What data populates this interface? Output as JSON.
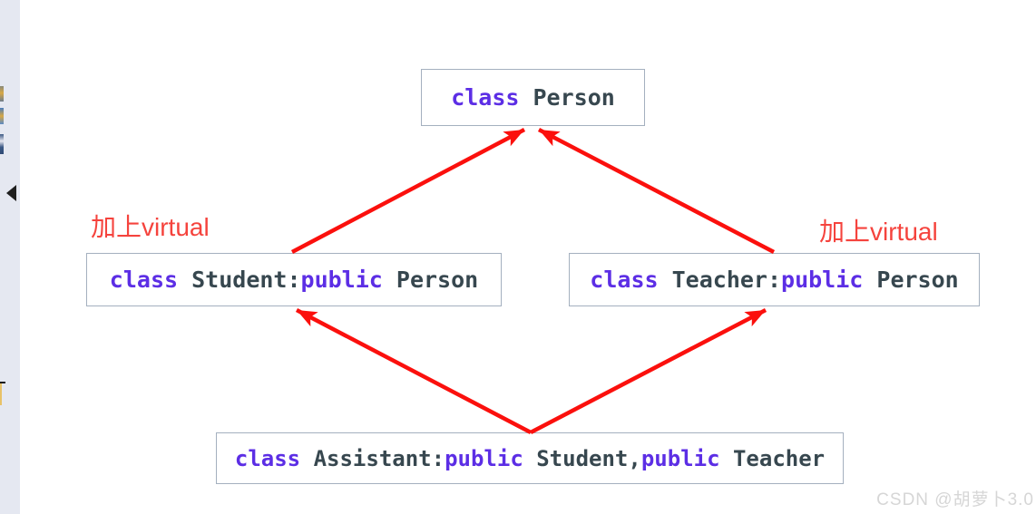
{
  "diagram": {
    "type": "class-inheritance-diamond",
    "nodes": {
      "person": {
        "segments": [
          {
            "text": "class",
            "type": "keyword"
          },
          {
            "text": " Person",
            "type": "plain"
          }
        ]
      },
      "student": {
        "segments": [
          {
            "text": "class",
            "type": "keyword"
          },
          {
            "text": " Student:",
            "type": "plain"
          },
          {
            "text": "public",
            "type": "keyword"
          },
          {
            "text": " Person",
            "type": "plain"
          }
        ]
      },
      "teacher": {
        "segments": [
          {
            "text": "class",
            "type": "keyword"
          },
          {
            "text": " Teacher:",
            "type": "plain"
          },
          {
            "text": "public",
            "type": "keyword"
          },
          {
            "text": " Person",
            "type": "plain"
          }
        ]
      },
      "assistant": {
        "segments": [
          {
            "text": "class",
            "type": "keyword"
          },
          {
            "text": " Assistant:",
            "type": "plain"
          },
          {
            "text": "public",
            "type": "keyword"
          },
          {
            "text": " Student,",
            "type": "plain"
          },
          {
            "text": "public",
            "type": "keyword"
          },
          {
            "text": " Teacher",
            "type": "plain"
          }
        ]
      }
    },
    "edges": [
      {
        "from": "Student",
        "to": "Person"
      },
      {
        "from": "Teacher",
        "to": "Person"
      },
      {
        "from": "Assistant",
        "to": "Student"
      },
      {
        "from": "Assistant",
        "to": "Teacher"
      }
    ],
    "annotations": [
      {
        "text": "加上virtual",
        "position": "left"
      },
      {
        "text": "加上virtual",
        "position": "right"
      }
    ]
  },
  "sidebar": {
    "collapse_icon": "left-triangle"
  },
  "watermark": "CSDN @胡萝卜3.0",
  "colors": {
    "keyword": "#5c2ee5",
    "plain_text": "#37474f",
    "arrow": "#fb100d",
    "annotation": "#f5433d",
    "box_border": "#a4b0bf",
    "sidebar_strip": "#e5e8f1",
    "watermark": "#d6d6d6"
  }
}
